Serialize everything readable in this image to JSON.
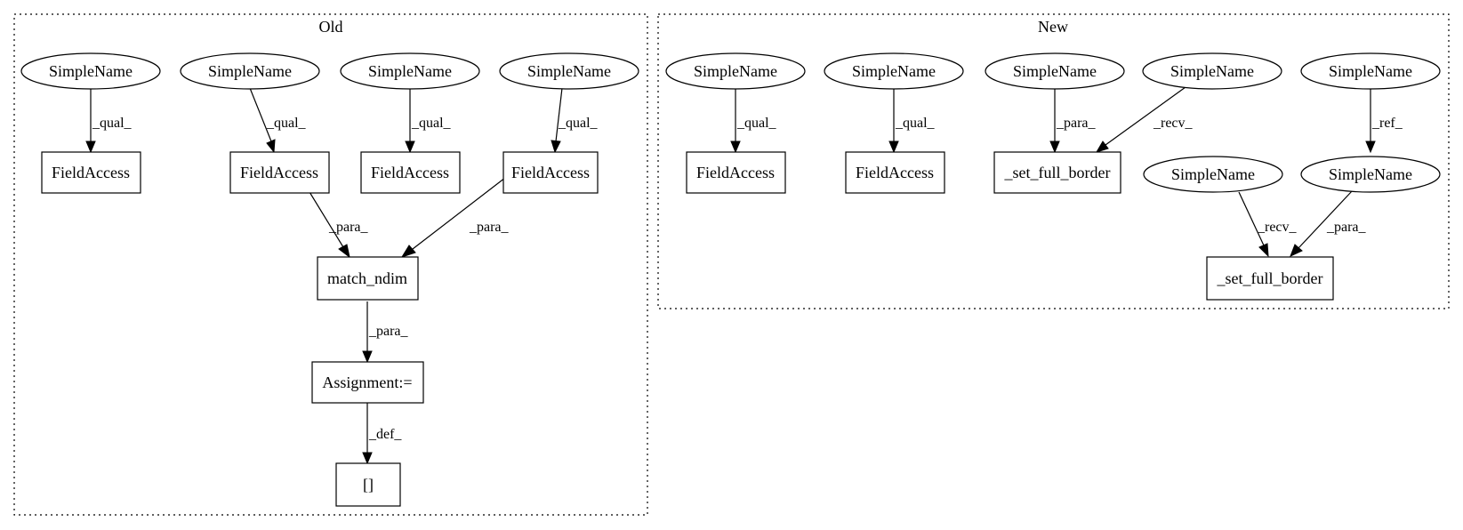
{
  "clusters": {
    "old": {
      "title": "Old"
    },
    "new": {
      "title": "New"
    }
  },
  "nodes": {
    "old_sn1": "SimpleName",
    "old_sn2": "SimpleName",
    "old_sn3": "SimpleName",
    "old_sn4": "SimpleName",
    "old_fa1": "FieldAccess",
    "old_fa2": "FieldAccess",
    "old_fa3": "FieldAccess",
    "old_fa4": "FieldAccess",
    "old_match": "match_ndim",
    "old_assign": "Assignment:=",
    "old_arr": "[]",
    "new_sn1": "SimpleName",
    "new_sn2": "SimpleName",
    "new_sn3": "SimpleName",
    "new_sn4": "SimpleName",
    "new_sn5": "SimpleName",
    "new_sn6": "SimpleName",
    "new_sn7": "SimpleName",
    "new_fa1": "FieldAccess",
    "new_fa2": "FieldAccess",
    "new_sfb1": "_set_full_border",
    "new_sfb2": "_set_full_border"
  },
  "edges": {
    "e_old1": "_qual_",
    "e_old2": "_qual_",
    "e_old3": "_qual_",
    "e_old4": "_qual_",
    "e_old5": "_para_",
    "e_old6": "_para_",
    "e_old7": "_para_",
    "e_old8": "_def_",
    "e_new1": "_qual_",
    "e_new2": "_qual_",
    "e_new3": "_para_",
    "e_new4": "_recv_",
    "e_new5": "_ref_",
    "e_new6": "_recv_",
    "e_new7": "_para_"
  }
}
